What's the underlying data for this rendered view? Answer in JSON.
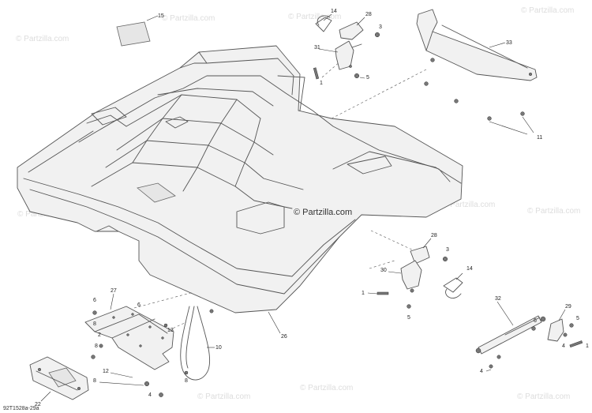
{
  "watermark": "© Partzilla.com",
  "drawing_ref": "92T1528a-29a",
  "callouts": {
    "c1_a": "1",
    "c1_b": "1",
    "c1_c": "1",
    "c2": "2",
    "c3_a": "3",
    "c3_b": "3",
    "c4_a": "4",
    "c4_b": "4",
    "c4_c": "4",
    "c5_a": "5",
    "c5_b": "5",
    "c5_c": "5",
    "c6_a": "6",
    "c6_b": "6",
    "c6_c": "6",
    "c8_a": "8",
    "c8_b": "8",
    "c8_c": "8",
    "c8_d": "8",
    "c10": "10",
    "c11": "11",
    "c12": "12",
    "c13": "13",
    "c14_a": "14",
    "c14_b": "14",
    "c15": "15",
    "c22": "22",
    "c26": "26",
    "c27": "27",
    "c28_a": "28",
    "c28_b": "28",
    "c29": "29",
    "c30": "30",
    "c31": "31",
    "c32": "32",
    "c33": "33"
  }
}
